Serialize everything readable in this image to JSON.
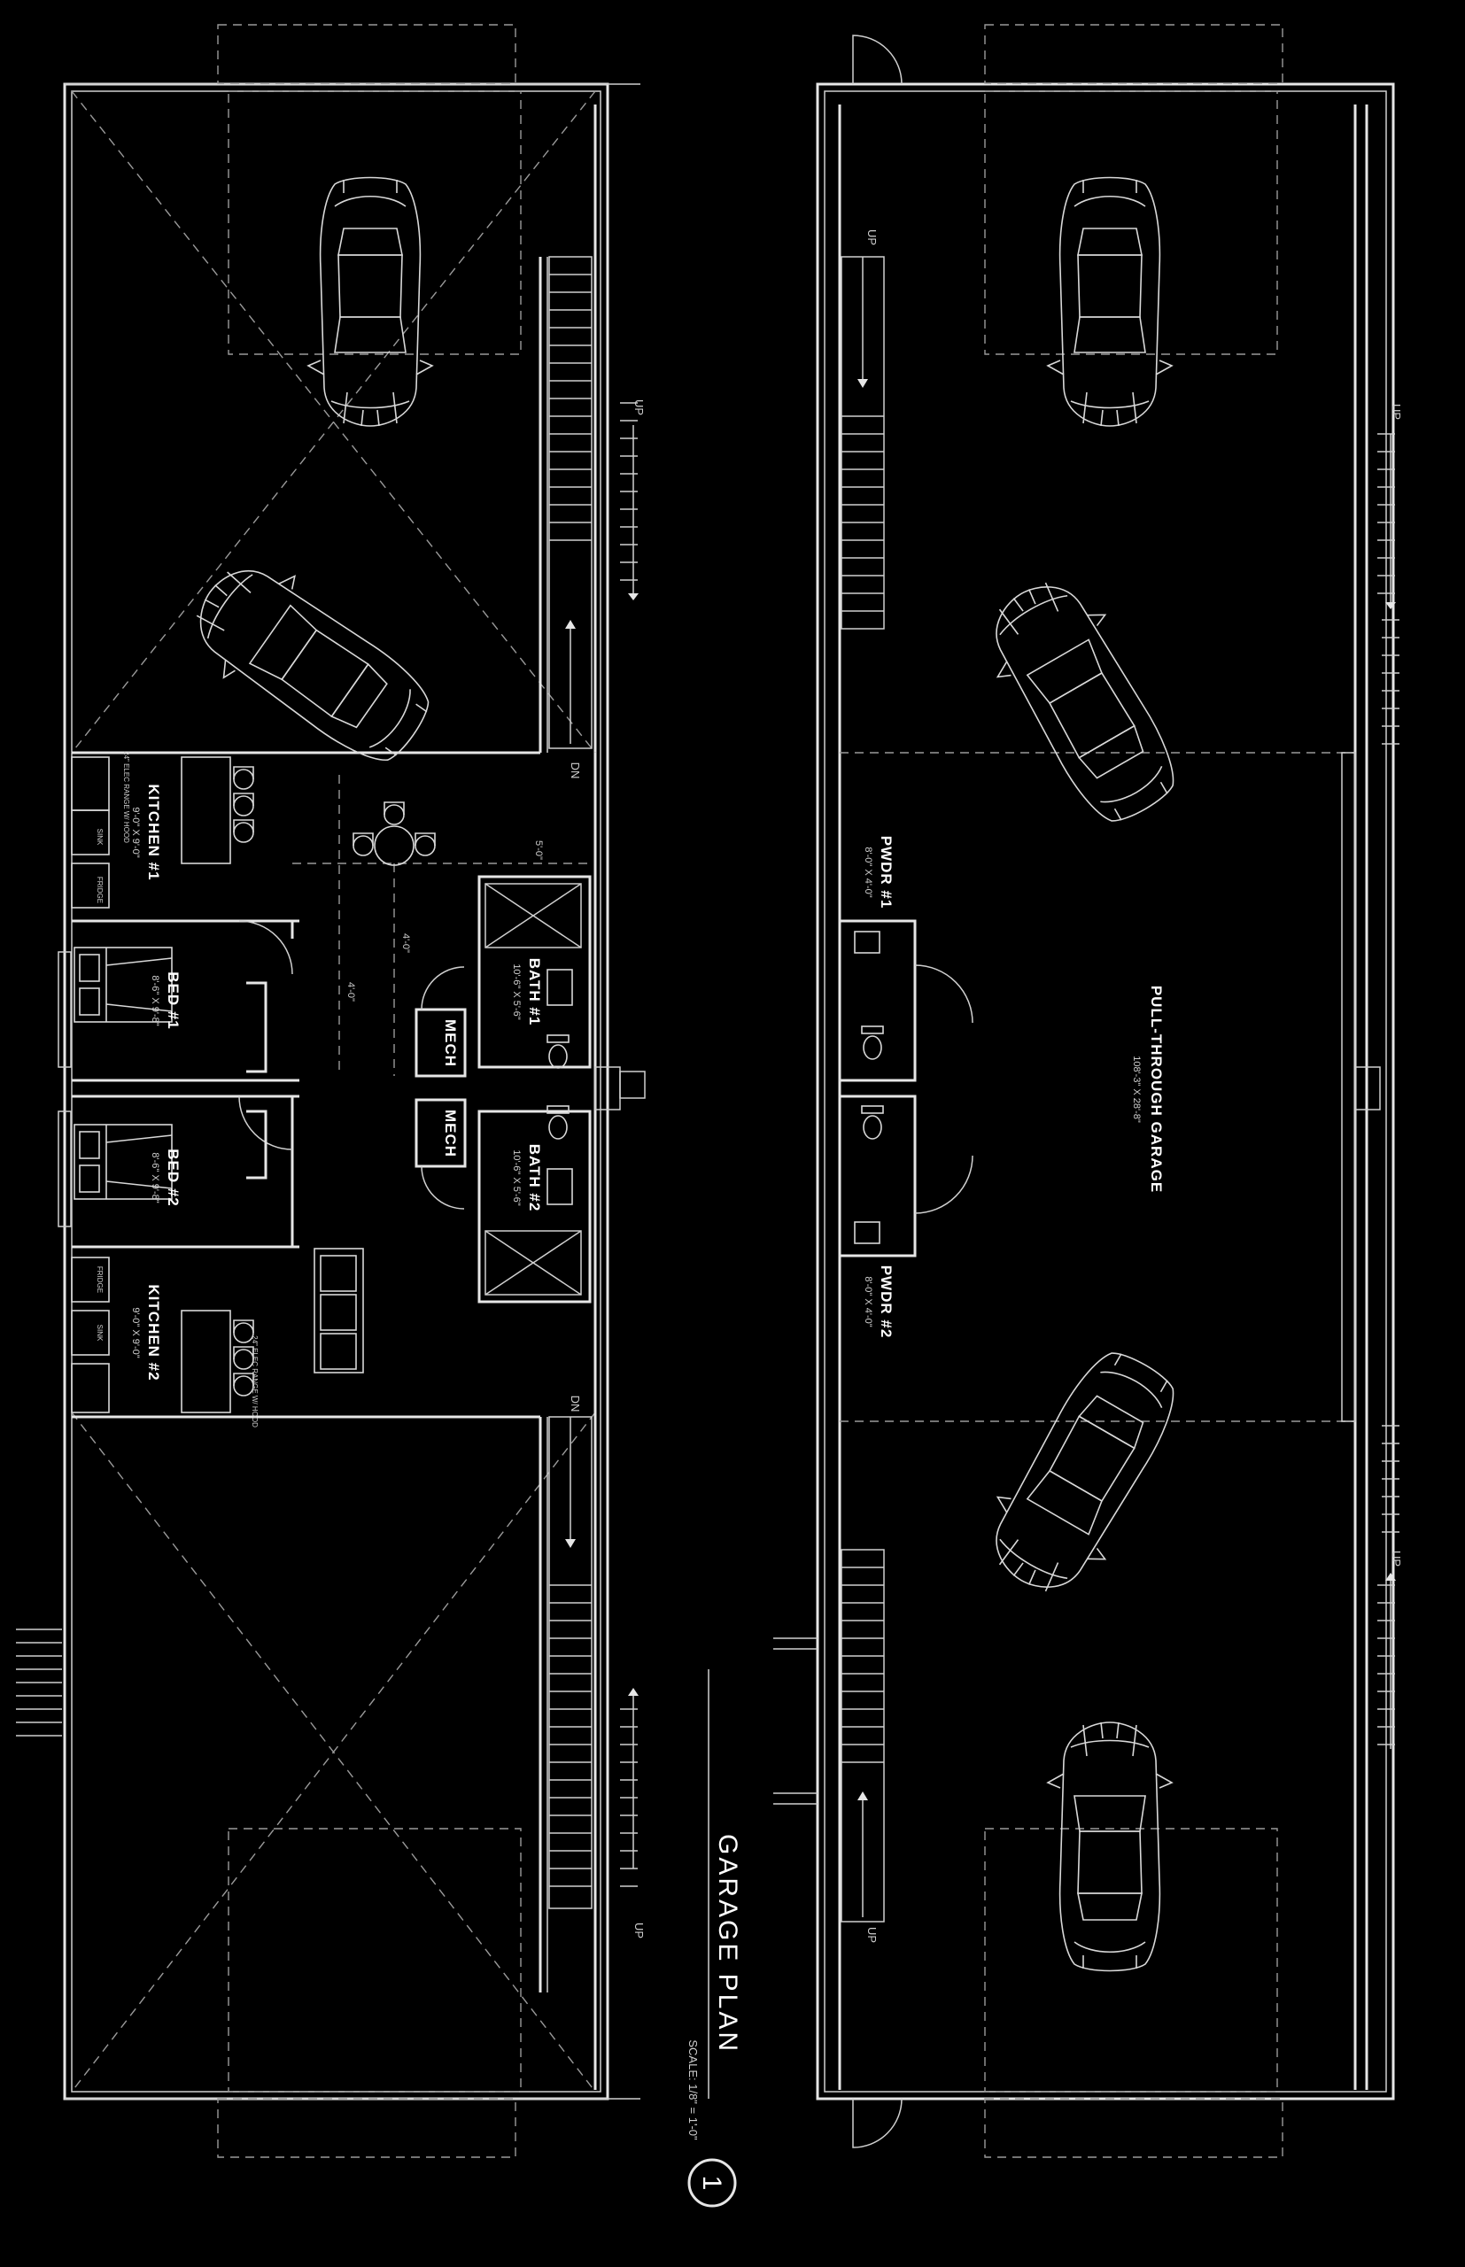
{
  "title": {
    "name": "GARAGE PLAN",
    "scale": "SCALE: 1/8\" = 1'-0\"",
    "number": "1"
  },
  "rooms": {
    "kitchen1": {
      "name": "KITCHEN #1",
      "size": "9'-0\" X 9'-0\""
    },
    "kitchen2": {
      "name": "KITCHEN #2",
      "size": "9'-0\" X 9'-0\""
    },
    "bed1": {
      "name": "BED #1",
      "size": "8'-6\" X 9'-8\""
    },
    "bed2": {
      "name": "BED #2",
      "size": "8'-6\" X 9'-8\""
    },
    "bath1": {
      "name": "BATH #1",
      "size": "10'-6\" X 5'-6\""
    },
    "bath2": {
      "name": "BATH #2",
      "size": "10'-6\" X 5'-6\""
    },
    "mech1": {
      "name": "MECH"
    },
    "mech2": {
      "name": "MECH"
    },
    "pwdr1": {
      "name": "PWDR #1",
      "size": "8'-0\" X 4'-0\""
    },
    "pwdr2": {
      "name": "PWDR #2",
      "size": "8'-0\" X 4'-0\""
    },
    "garage": {
      "name": "PULL-THROUGH GARAGE",
      "size": "108'-3\" X 28'-8\""
    }
  },
  "stair_labels": {
    "up": "UP",
    "down": "DN"
  },
  "appliance_labels": {
    "fridge": "FRIDGE",
    "sink": "SINK",
    "range1": "24\" ELEC RANGE W/ HOOD",
    "range2": "24\" ELEC RANGE W/ HOOD"
  },
  "dimensions": {
    "d1": "5'-0\"",
    "d2": "4'-0\"",
    "d3": "4'-0\""
  },
  "colors": {
    "background": "#000000",
    "line": "#e6e6e6"
  }
}
